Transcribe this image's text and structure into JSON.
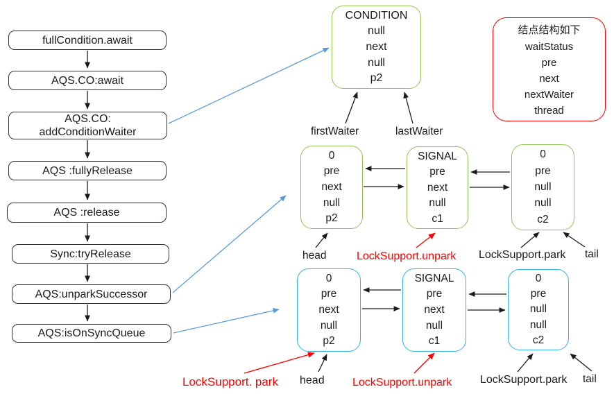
{
  "colors": {
    "green_node_border": "#92c353",
    "blue_node_border": "#2fafe3",
    "red_accent": "#ff0000",
    "blue_arrow": "#5b9bd5",
    "black_arrow": "#1a1a1a"
  },
  "flowchart": {
    "steps": [
      {
        "lines": [
          "fullCondition.await"
        ]
      },
      {
        "lines": [
          "AQS.CO:await"
        ]
      },
      {
        "lines": [
          "AQS.CO:",
          "addConditionWaiter"
        ]
      },
      {
        "lines": [
          "AQS :fullyRelease"
        ]
      },
      {
        "lines": [
          "AQS :release"
        ]
      },
      {
        "lines": [
          "Sync:tryRelease"
        ]
      },
      {
        "lines": [
          "AQS:unparkSuccessor"
        ]
      },
      {
        "lines": [
          "AQS:isOnSyncQueue"
        ]
      }
    ]
  },
  "legend": {
    "title": "结点结构如下",
    "fields": [
      "waitStatus",
      "pre",
      "next",
      "nextWaiter",
      "thread"
    ]
  },
  "condition_queue": {
    "node": {
      "lines": [
        "CONDITION",
        "null",
        "next",
        "null",
        "p2"
      ]
    },
    "first_waiter_label": "firstWaiter",
    "last_waiter_label": "lastWaiter"
  },
  "sync_queue_top": {
    "nodes": [
      {
        "lines": [
          "0",
          "pre",
          "next",
          "null",
          "p2"
        ]
      },
      {
        "lines": [
          "SIGNAL",
          "pre",
          "next",
          "null",
          "c1"
        ]
      },
      {
        "lines": [
          "0",
          "pre",
          "null",
          "null",
          "c2"
        ]
      }
    ],
    "head_label": "head",
    "unpark_label": "LockSupport.unpark",
    "park_label": "LockSupport.park",
    "tail_label": "tail"
  },
  "sync_queue_bottom": {
    "nodes": [
      {
        "lines": [
          "0",
          "pre",
          "next",
          "null",
          "p2"
        ]
      },
      {
        "lines": [
          "SIGNAL",
          "pre",
          "next",
          "null",
          "c1"
        ]
      },
      {
        "lines": [
          "0",
          "pre",
          "null",
          "null",
          "c2"
        ]
      }
    ],
    "park_red_label": "LockSupport. park",
    "head_label": "head",
    "unpark_label": "LockSupport.unpark",
    "park_label": "LockSupport.park",
    "tail_label": "tail"
  }
}
